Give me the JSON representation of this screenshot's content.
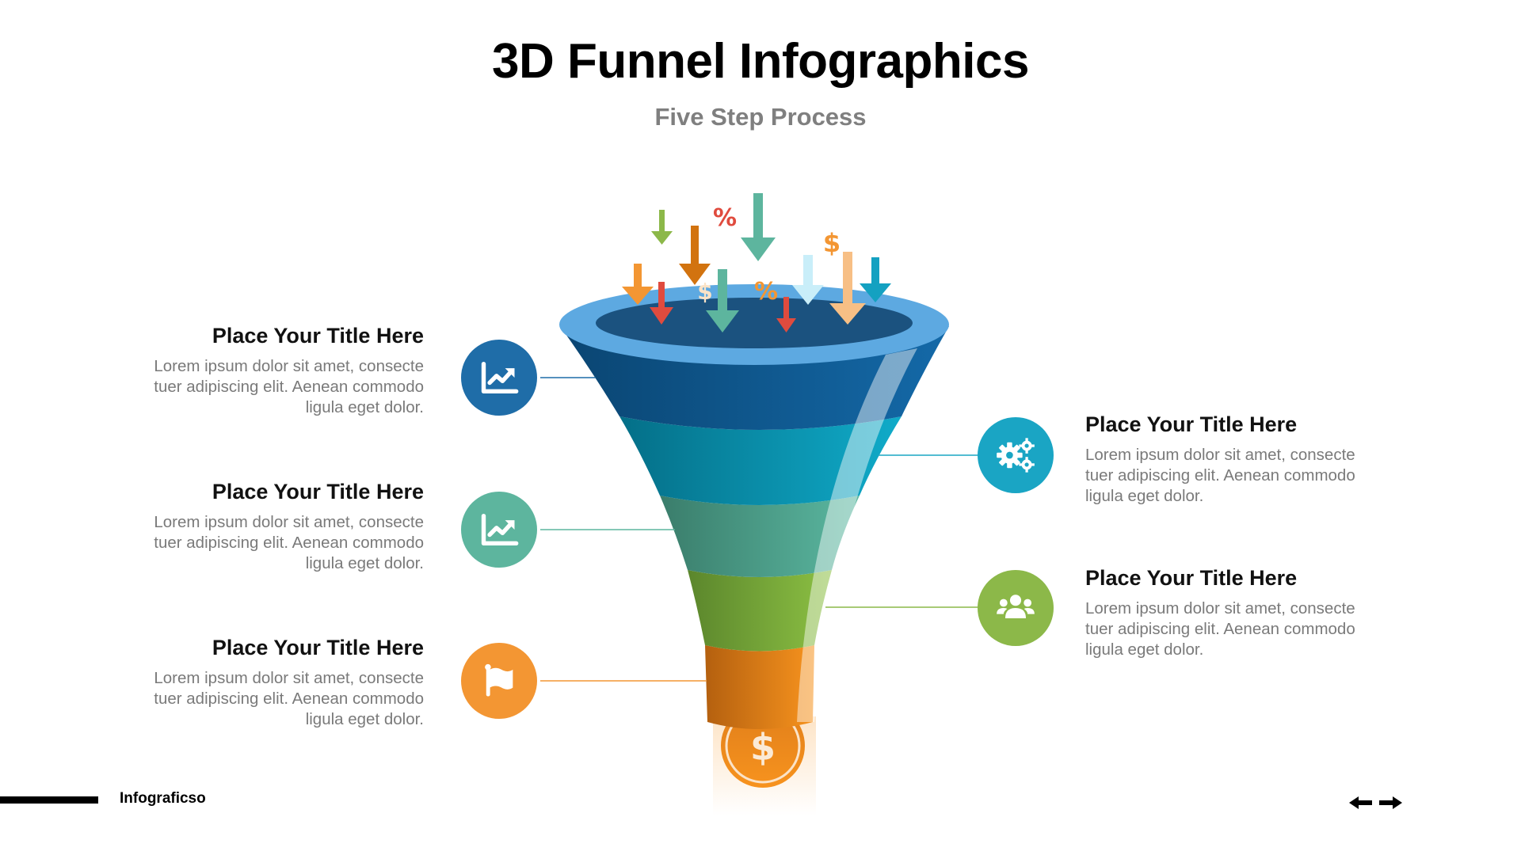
{
  "header": {
    "title": "3D Funnel Infographics",
    "subtitle": "Five Step Process"
  },
  "steps": [
    {
      "side": "left",
      "title": "Place Your Title Here",
      "desc_lines": [
        "Lorem ipsum dolor sit amet, consecte",
        "tuer adipiscing elit. Aenean commodo",
        "ligula eget dolor."
      ],
      "icon": "chart-up-icon",
      "color": "#1F6DA8"
    },
    {
      "side": "right",
      "title": "Place Your Title Here",
      "desc_lines": [
        "Lorem ipsum dolor sit amet, consecte",
        "tuer adipiscing elit. Aenean commodo",
        "ligula eget dolor."
      ],
      "icon": "gears-icon",
      "color": "#1AA5C4"
    },
    {
      "side": "left",
      "title": "Place Your Title Here",
      "desc_lines": [
        "Lorem ipsum dolor sit amet, consecte",
        "tuer adipiscing elit. Aenean commodo",
        "ligula eget dolor."
      ],
      "icon": "chart-up-icon",
      "color": "#5DB59E"
    },
    {
      "side": "right",
      "title": "Place Your Title Here",
      "desc_lines": [
        "Lorem ipsum dolor sit amet, consecte",
        "tuer adipiscing elit. Aenean commodo",
        "ligula eget dolor."
      ],
      "icon": "users-icon",
      "color": "#8CB849"
    },
    {
      "side": "left",
      "title": "Place Your Title Here",
      "desc_lines": [
        "Lorem ipsum dolor sit amet, consecte",
        "tuer adipiscing elit. Aenean commodo",
        "ligula eget dolor."
      ],
      "icon": "flag-icon",
      "color": "#F39633"
    }
  ],
  "funnel": {
    "bands": [
      {
        "name": "band-1",
        "color_dark": "#0A4572",
        "color_light": "#1469A8"
      },
      {
        "name": "band-2",
        "color_dark": "#046F88",
        "color_light": "#10ABC9"
      },
      {
        "name": "band-3",
        "color_dark": "#3A7D6B",
        "color_light": "#5BB8A1"
      },
      {
        "name": "band-4",
        "color_dark": "#5B862C",
        "color_light": "#8CC043"
      },
      {
        "name": "band-5",
        "color_dark": "#B4600F",
        "color_light": "#F7931E"
      }
    ],
    "rim_color": "#5DA9E1",
    "inner_color": "#1B527F",
    "coin_symbol": "$",
    "falling_symbols": [
      "%",
      "$",
      "$",
      "%"
    ]
  },
  "footer": {
    "brand": "Infograficso",
    "prev_icon": "arrow-left-icon",
    "next_icon": "arrow-right-icon"
  }
}
